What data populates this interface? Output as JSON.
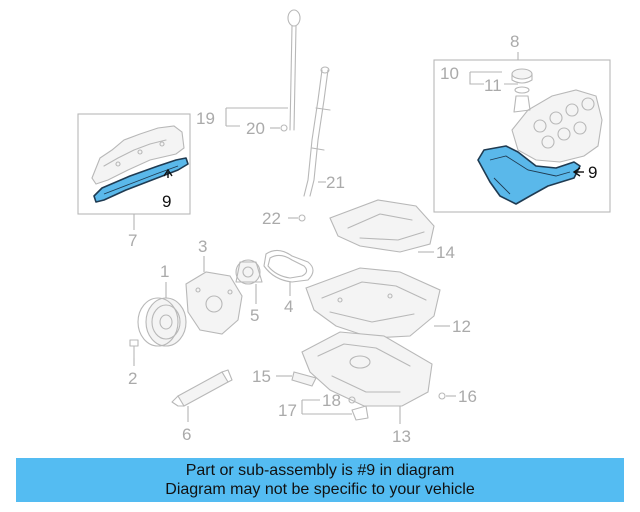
{
  "diagram": {
    "callouts": {
      "c1": "1",
      "c2": "2",
      "c3": "3",
      "c4": "4",
      "c5": "5",
      "c6": "6",
      "c7": "7",
      "c8": "8",
      "c9_left": "9",
      "c9_right": "9",
      "c10": "10",
      "c11": "11",
      "c12": "12",
      "c13": "13",
      "c14": "14",
      "c15": "15",
      "c16": "16",
      "c17": "17",
      "c18": "18",
      "c19": "19",
      "c20": "20",
      "c21": "21",
      "c22": "22"
    },
    "highlight_part": "9",
    "colors": {
      "highlight_fill": "#5ab8ea",
      "banner": "#54bcf2",
      "line_art": "#b8b8b8"
    }
  },
  "banner": {
    "line1": "Part or sub-assembly is #9 in diagram",
    "line2": "Diagram may not be specific to your vehicle"
  }
}
